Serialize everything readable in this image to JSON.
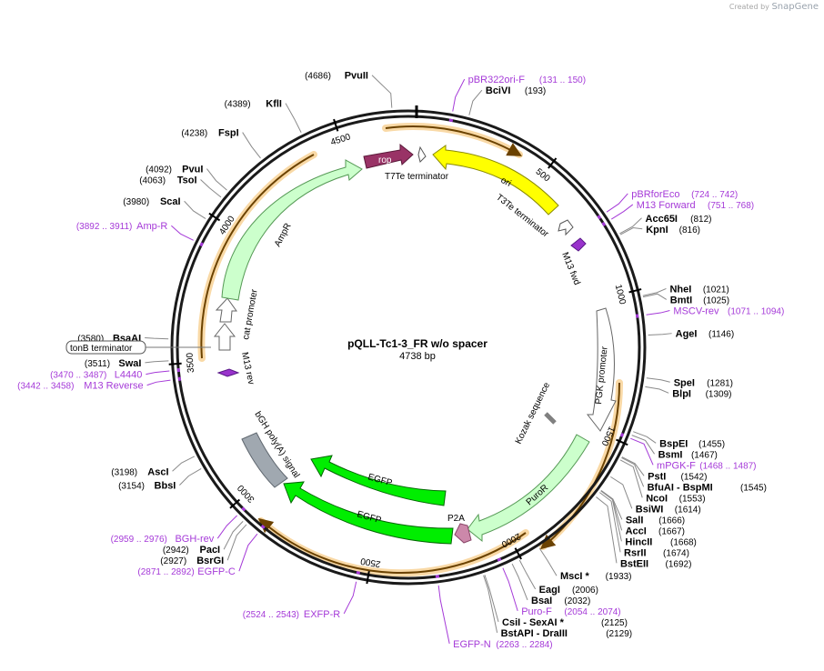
{
  "credit": {
    "prefix": "Created by",
    "brand": "SnapGene"
  },
  "plasmid": {
    "name": "pQLL-Tc1-3_FR w/o spacer",
    "size_label": "4738 bp",
    "length": 4738
  },
  "ticks": [
    {
      "label": "500",
      "pos": 500
    },
    {
      "label": "1000",
      "pos": 1000
    },
    {
      "label": "1500",
      "pos": 1500
    },
    {
      "label": "2000",
      "pos": 2000
    },
    {
      "label": "2500",
      "pos": 2500
    },
    {
      "label": "3000",
      "pos": 3000
    },
    {
      "label": "3500",
      "pos": 3500
    },
    {
      "label": "4000",
      "pos": 4000
    },
    {
      "label": "4500",
      "pos": 4500
    }
  ],
  "enzymes": [
    {
      "name": "PvuII",
      "pos": "(4686)",
      "side": "left",
      "bp": 4686
    },
    {
      "name": "BciVI",
      "pos": "(193)",
      "side": "right",
      "bp": 193
    },
    {
      "name": "KflI",
      "pos": "(4389)",
      "side": "left",
      "bp": 4389
    },
    {
      "name": "FspI",
      "pos": "(4238)",
      "side": "left",
      "bp": 4238
    },
    {
      "name": "PvuI",
      "pos": "(4092)",
      "side": "left",
      "bp": 4092
    },
    {
      "name": "TsoI",
      "pos": "(4063)",
      "side": "left",
      "bp": 4063
    },
    {
      "name": "ScaI",
      "pos": "(3980)",
      "side": "left",
      "bp": 3980
    },
    {
      "name": "Acc65I",
      "pos": "(812)",
      "side": "right",
      "bp": 812
    },
    {
      "name": "KpnI",
      "pos": "(816)",
      "side": "right",
      "bp": 816
    },
    {
      "name": "NheI",
      "pos": "(1021)",
      "side": "right",
      "bp": 1021
    },
    {
      "name": "BmtI",
      "pos": "(1025)",
      "side": "right",
      "bp": 1025
    },
    {
      "name": "AgeI",
      "pos": "(1146)",
      "side": "right",
      "bp": 1146
    },
    {
      "name": "SpeI",
      "pos": "(1281)",
      "side": "right",
      "bp": 1281
    },
    {
      "name": "BlpI",
      "pos": "(1309)",
      "side": "right",
      "bp": 1309
    },
    {
      "name": "BspEI",
      "pos": "(1455)",
      "side": "right",
      "bp": 1455
    },
    {
      "name": "BsmI",
      "pos": "(1467)",
      "side": "right",
      "bp": 1467
    },
    {
      "name": "PstI",
      "pos": "(1542)",
      "side": "right",
      "bp": 1542
    },
    {
      "name": "BfuAI  - BspMI",
      "pos": "(1545)",
      "side": "right",
      "bp": 1545
    },
    {
      "name": "NcoI",
      "pos": "(1553)",
      "side": "right",
      "bp": 1553
    },
    {
      "name": "BsiWI",
      "pos": "(1614)",
      "side": "right",
      "bp": 1614
    },
    {
      "name": "SalI",
      "pos": "(1666)",
      "side": "right",
      "bp": 1666
    },
    {
      "name": "AccI",
      "pos": "(1667)",
      "side": "right",
      "bp": 1667
    },
    {
      "name": "HincII",
      "pos": "(1668)",
      "side": "right",
      "bp": 1668
    },
    {
      "name": "RsrII",
      "pos": "(1674)",
      "side": "right",
      "bp": 1674
    },
    {
      "name": "BstEII",
      "pos": "(1692)",
      "side": "right",
      "bp": 1692
    },
    {
      "name": "MscI *",
      "pos": "(1933)",
      "side": "right",
      "bp": 1933
    },
    {
      "name": "EagI",
      "pos": "(2006)",
      "side": "right",
      "bp": 2006
    },
    {
      "name": "BsaI",
      "pos": "(2032)",
      "side": "right",
      "bp": 2032
    },
    {
      "name": "CsiI  - SexAI *",
      "pos": "(2125)",
      "side": "right",
      "bp": 2125
    },
    {
      "name": "BstAPI  - DraIII",
      "pos": "(2129)",
      "side": "right",
      "bp": 2129
    },
    {
      "name": "BsaAI",
      "pos": "(3580)",
      "side": "left",
      "bp": 3580
    },
    {
      "name": "SwaI",
      "pos": "(3511)",
      "side": "left",
      "bp": 3511
    },
    {
      "name": "AscI",
      "pos": "(3198)",
      "side": "left",
      "bp": 3198
    },
    {
      "name": "BbsI",
      "pos": "(3154)",
      "side": "left",
      "bp": 3154
    },
    {
      "name": "PacI",
      "pos": "(2942)",
      "side": "left",
      "bp": 2942
    },
    {
      "name": "BsrGI",
      "pos": "(2927)",
      "side": "left",
      "bp": 2927
    }
  ],
  "primers": [
    {
      "name": "pBR322ori-F",
      "range": "(131 .. 150)",
      "side": "right",
      "bp": 140
    },
    {
      "name": "pBRforEco",
      "range": "(724 .. 742)",
      "side": "right",
      "bp": 733
    },
    {
      "name": "M13 Forward",
      "range": "(751 .. 768)",
      "side": "right",
      "bp": 760
    },
    {
      "name": "MSCV-rev",
      "range": "(1071 .. 1094)",
      "side": "right",
      "bp": 1082
    },
    {
      "name": "mPGK-F",
      "range": "(1468 .. 1487)",
      "side": "right",
      "bp": 1478
    },
    {
      "name": "Puro-F",
      "range": "(2054 .. 2074)",
      "side": "right",
      "bp": 2064
    },
    {
      "name": "EGFP-N",
      "range": "(2263 .. 2284)",
      "side": "right",
      "bp": 2274
    },
    {
      "name": "EXFP-R",
      "range": "(2524 .. 2543)",
      "side": "left",
      "bp": 2534
    },
    {
      "name": "EGFP-C",
      "range": "(2871 .. 2892)",
      "side": "left",
      "bp": 2882
    },
    {
      "name": "BGH-rev",
      "range": "(2959 .. 2976)",
      "side": "left",
      "bp": 2968
    },
    {
      "name": "L4440",
      "range": "(3470 .. 3487)",
      "side": "left",
      "bp": 3479
    },
    {
      "name": "M13 Reverse",
      "range": "(3442 .. 3458)",
      "side": "left",
      "bp": 3450
    },
    {
      "name": "Amp-R",
      "range": "(3892 .. 3911)",
      "side": "left",
      "bp": 3902
    }
  ],
  "boxed_label": {
    "name": "tonB terminator"
  },
  "features": [
    {
      "name": "rop",
      "color": "#993366",
      "label_inside": true
    },
    {
      "name": "ori",
      "color": "#ffff00",
      "label_inside": true
    },
    {
      "name": "T7Te terminator",
      "color": "#ffffff"
    },
    {
      "name": "T3Te terminator",
      "color": "#ffffff"
    },
    {
      "name": "M13 fwd",
      "color": "#9933cc"
    },
    {
      "name": "PGK promoter",
      "color": "#ffffff"
    },
    {
      "name": "Kozak sequence",
      "color": "#808080"
    },
    {
      "name": "PuroR",
      "color": "#ccffcc"
    },
    {
      "name": "P2A",
      "color": "#cc88aa"
    },
    {
      "name": "EGFP",
      "color": "#00ee00"
    },
    {
      "name": "EGFP",
      "color": "#00ee00"
    },
    {
      "name": "bGH poly(A) signal",
      "color": "#a0a8b0"
    },
    {
      "name": "M13 rev",
      "color": "#9933cc"
    },
    {
      "name": "cat promoter",
      "color": "#ffffff"
    },
    {
      "name": "AmpR",
      "color": "#ccffcc"
    }
  ],
  "colors": {
    "backbone": "#1a1a1a",
    "primer": "#a53ad8",
    "orf_outline": "#f6cf8e",
    "orf_arrow": "#5a3800"
  }
}
